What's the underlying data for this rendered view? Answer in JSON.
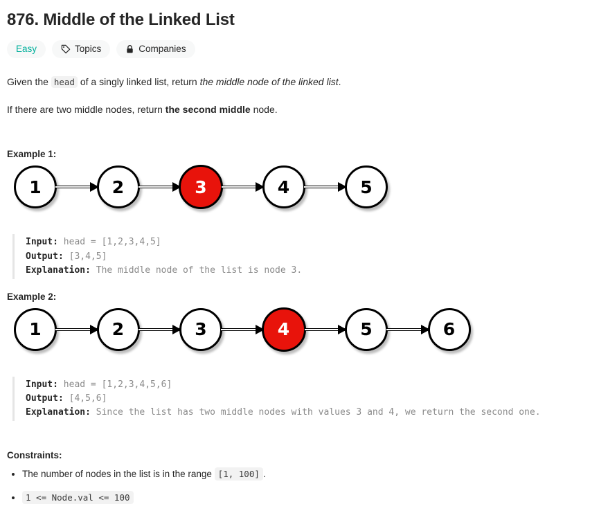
{
  "problem": {
    "title": "876. Middle of the Linked List",
    "badges": [
      {
        "label": "Easy",
        "icon": "none"
      },
      {
        "label": "Topics",
        "icon": "tag-icon"
      },
      {
        "label": "Companies",
        "icon": "lock-icon"
      }
    ],
    "description": {
      "p1_a": "Given the ",
      "p1_code": "head",
      "p1_b": " of a singly linked list, return ",
      "p1_em": "the middle node of the linked list",
      "p1_c": ".",
      "p2_a": "If there are two middle nodes, return ",
      "p2_b": "the second middle",
      "p2_c": " node."
    },
    "examples": [
      {
        "label": "Example 1:",
        "nodes": [
          "1",
          "2",
          "3",
          "4",
          "5"
        ],
        "highlight_index": 2,
        "input_key": "Input:",
        "input_value": "head = [1,2,3,4,5]",
        "output_key": "Output:",
        "output_value": "[3,4,5]",
        "explanation_key": "Explanation:",
        "explanation_value": "The middle node of the list is node 3."
      },
      {
        "label": "Example 2:",
        "nodes": [
          "1",
          "2",
          "3",
          "4",
          "5",
          "6"
        ],
        "highlight_index": 3,
        "input_key": "Input:",
        "input_value": "head = [1,2,3,4,5,6]",
        "output_key": "Output:",
        "output_value": "[4,5,6]",
        "explanation_key": "Explanation:",
        "explanation_value": "Since the list has two middle nodes with values 3 and 4, we return the second one."
      }
    ],
    "constraints": {
      "title": "Constraints:",
      "items": [
        {
          "text_a": "The number of nodes in the list is in the range ",
          "code": "[1, 100]",
          "text_b": "."
        },
        {
          "text_a": "",
          "code": "1 <= Node.val <= 100",
          "text_b": ""
        }
      ]
    },
    "colors": {
      "easy": "#00af9b",
      "highlight_node": "#e8130b",
      "node_border": "#000000",
      "code_text": "#8a8a8a"
    }
  }
}
